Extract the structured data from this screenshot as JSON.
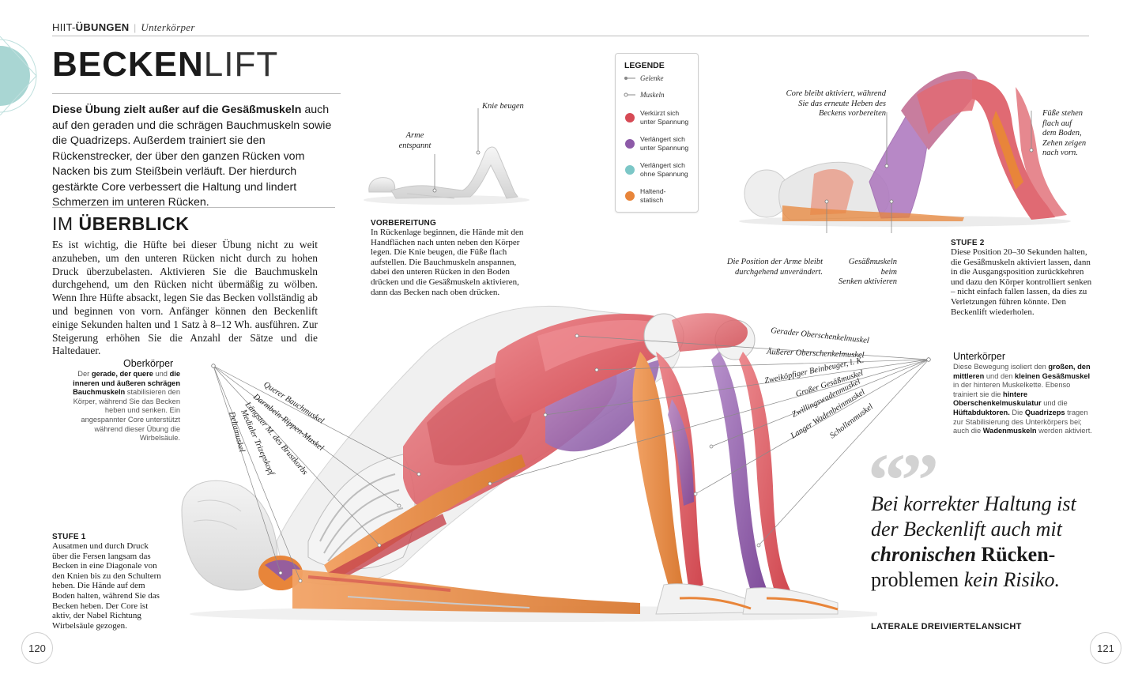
{
  "header": {
    "section_prefix": "HIIT-",
    "section_bold": "ÜBUNGEN",
    "separator": "|",
    "subsection": "Unterkörper"
  },
  "title": {
    "bold": "BECKEN",
    "light": "LIFT"
  },
  "intro": {
    "lead_bold": "Diese Übung zielt außer auf die Gesäßmuskeln",
    "rest": " auch auf den geraden und die schrägen Bauchmuskeln sowie die Quadrizeps. Außerdem trainiert sie den Rückenstrecker, der über den ganzen Rücken vom Nacken bis zum Steißbein verläuft. Der hierdurch gestärkte Core verbessert die Haltung und lindert Schmerzen im unteren Rücken."
  },
  "overview": {
    "title_light": "IM ",
    "title_bold": "ÜBERBLICK",
    "text": "Es ist wichtig, die Hüfte bei dieser Übung nicht zu weit anzuheben, um den unteren Rücken nicht durch zu hohen Druck überzubelasten. Aktivieren Sie die Bauchmuskeln durchgehend, um den Rücken nicht übermäßig zu wölben. Wenn Ihre Hüfte absackt, legen Sie das Becken vollständig ab und beginnen von vorn. Anfänger können den Beckenlift einige Sekunden halten und 1 Satz à 8–12 Wh. ausführen. Zur Steigerung erhöhen Sie die Anzahl der Sätze und die Haltedauer."
  },
  "preparation": {
    "title": "VORBEREITUNG",
    "text": "In Rückenlage beginnen, die Hände mit den Handflächen nach unten neben den Körper legen. Die Knie beugen, die Füße flach aufstellen. Die Bauchmuskeln anspannen, dabei den unteren Rücken in den Boden drücken und die Gesäßmuskeln aktivieren, dann das Becken nach oben drücken.",
    "label_knees": "Knie beugen",
    "label_arms_1": "Arme",
    "label_arms_2": "entspannt"
  },
  "legend": {
    "title": "LEGENDE",
    "joints": "Gelenke",
    "muscles": "Muskeln",
    "items": [
      {
        "label_1": "Verkürzt sich",
        "label_2": "unter Spannung",
        "color": "#d64a55"
      },
      {
        "label_1": "Verlängert sich",
        "label_2": "unter Spannung",
        "color": "#8d5aa8"
      },
      {
        "label_1": "Verlängert sich",
        "label_2": "ohne Spannung",
        "color": "#7cc7c7"
      },
      {
        "label_1": "Haltend-",
        "label_2": "statisch",
        "color": "#e8853a"
      }
    ]
  },
  "step2": {
    "title": "STUFE 2",
    "text": "Diese Position 20–30 Sekunden halten, die Gesäßmuskeln aktiviert lassen, dann in die Ausgangsposition zurückkehren und dazu den Körper kontrolliert senken – nicht einfach fallen lassen, da dies zu Verletzungen führen könnte. Den Beckenlift wiederholen.",
    "label_core_1": "Core bleibt aktiviert, während",
    "label_core_2": "Sie das erneute Heben des",
    "label_core_3": "Beckens vorbereiten",
    "label_feet_1": "Füße stehen",
    "label_feet_2": "flach auf",
    "label_feet_3": "dem Boden,",
    "label_feet_4": "Zehen zeigen",
    "label_feet_5": "nach vorn.",
    "label_arms_1": "Die Position der Arme bleibt",
    "label_arms_2": "durchgehend unverändert.",
    "label_glutes_1": "Gesäßmuskeln beim",
    "label_glutes_2": "Senken aktivieren"
  },
  "upper_body": {
    "heading": "Oberkörper",
    "t1": "Der ",
    "b1": "gerade, der quere",
    "t2": " und ",
    "b2": "die inneren und äußeren schrägen Bauchmuskeln",
    "t3": " stabilisieren den Körper, während Sie das Becken heben und senken. Ein angespannter Core unterstützt während dieser Übung die Wirbelsäule.",
    "muscles": [
      "Querer Bauchmuskel",
      "Darmbein-Rippen-Muskel",
      "Längster M. des Brustkorbs",
      "Medialer Trizepskopf",
      "Deltamuskel"
    ]
  },
  "lower_body": {
    "heading": "Unterkörper",
    "t1": "Diese Bewegung isoliert den ",
    "b1": "großen, den mittleren",
    "t2": " und den ",
    "b2": "kleinen Gesäßmuskel",
    "t3": " in der hinteren Muskelkette. Ebenso trainiert sie die ",
    "b3": "hintere Oberschenkelmuskulatur",
    "t4": " und die ",
    "b4": "Hüftabduktoren.",
    "t5": " Die ",
    "b5": "Quadrizeps",
    "t6": " tragen zur Stabilisierung des Unterkörpers bei; auch die ",
    "b6": "Wadenmuskeln",
    "t7": " werden aktiviert.",
    "muscles": [
      "Gerader Oberschenkelmuskel",
      "Äußerer Oberschenkelmuskel",
      "Zweiköpfiger Beinbeuger, l. K.",
      "Großer Gesäßmuskel",
      "Zwillingswadenmuskel",
      "Langer Wadenbeinmuskel",
      "Schollenmuskel"
    ]
  },
  "step1": {
    "title": "STUFE 1",
    "text": "Ausatmen und durch Druck über die Fersen langsam das Becken in eine Diagonale von den Knien bis zu den Schultern heben. Die Hände auf dem Boden halten, während Sie das Becken heben. Der Core ist aktiv, der Nabel Richtung Wirbelsäule gezogen."
  },
  "quote": {
    "marks": "“”",
    "p1": "Bei korrekter Haltung ist der Beckenlift auch mit ",
    "p2": "chronischen",
    "p3": " Rücken-",
    "p4": "problemen ",
    "p5": "kein Risiko."
  },
  "view_label": "LATERALE DREIVIERTELANSICHT",
  "page_numbers": {
    "left": "120",
    "right": "121"
  },
  "colors": {
    "contract": "#d64a55",
    "lengthen": "#8d5aa8",
    "relaxed": "#7cc7c7",
    "static": "#e8853a",
    "teal_deco": "#a9d6d3"
  }
}
